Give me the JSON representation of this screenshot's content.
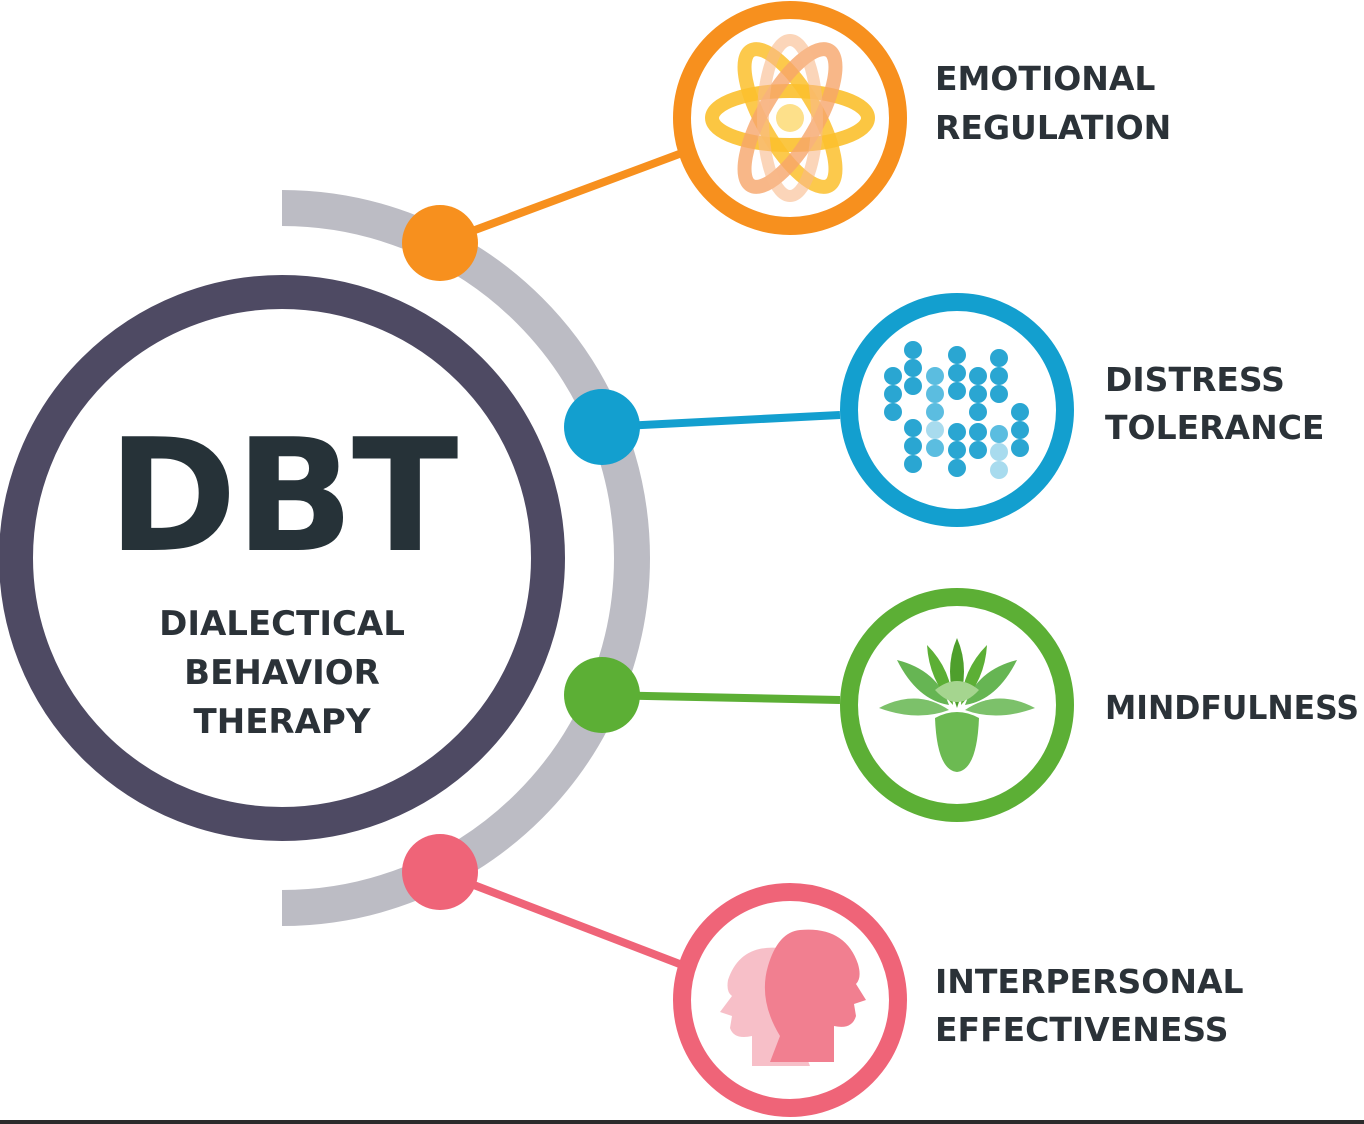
{
  "center": {
    "acronym": "DBT",
    "line1": "DIALECTICAL",
    "line2": "BEHAVIOR",
    "line3": "THERAPY"
  },
  "skills": [
    {
      "line1": "EMOTIONAL",
      "line2": "REGULATION",
      "icon": "atom-icon",
      "color": "#f7901e"
    },
    {
      "line1": "DISTRESS",
      "line2": "TOLERANCE",
      "icon": "dots-pattern-icon",
      "color": "#139fcf"
    },
    {
      "line1": "MINDFULNESS",
      "line2": "",
      "icon": "lotus-icon",
      "color": "#5caf35"
    },
    {
      "line1": "INTERPERSONAL",
      "line2": "EFFECTIVENESS",
      "icon": "two-faces-icon",
      "color": "#ef6478"
    }
  ],
  "colors": {
    "ring": "#4e4a63",
    "arc": "#bcbcc4",
    "text": "#2b3238",
    "dbt_text": "#263238"
  }
}
